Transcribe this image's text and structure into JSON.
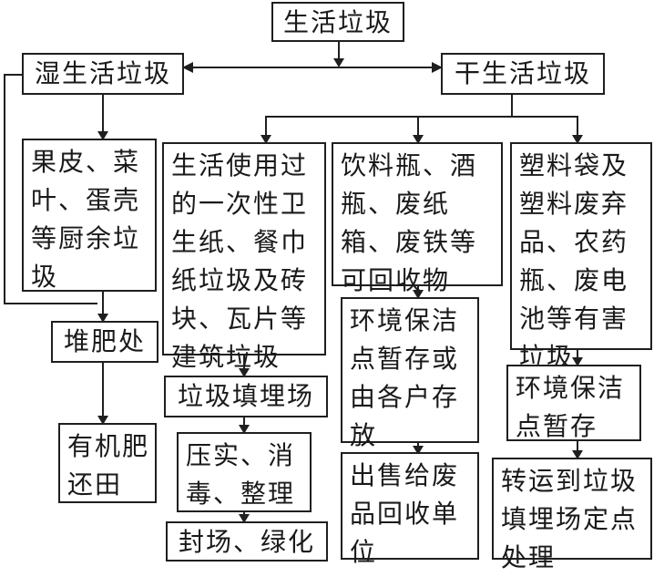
{
  "root": "生活垃圾",
  "wet": {
    "title": "湿生活垃圾",
    "items": "果皮、菜叶、蛋壳等厨余垃圾",
    "compost": "堆肥处",
    "result": "有机肥还田"
  },
  "dry": {
    "title": "干生活垃圾",
    "branches": [
      {
        "items": "生活使用过的一次性卫生纸、餐巾纸垃圾及砖块、瓦片等建筑垃圾",
        "step1": "垃圾填埋场",
        "step2": "压实、消毒、整理",
        "step3": "封场、绿化"
      },
      {
        "items": "饮料瓶、酒瓶、废纸箱、废铁等可回收物",
        "step1": "环境保洁点暂存或由各户存放",
        "step2": "出售给废品回收单位"
      },
      {
        "items": "塑料袋及塑料废弃品、农药瓶、废电池等有害垃圾",
        "step1": "环境保洁点暂存",
        "step2": "转运到垃圾填埋场定点处理"
      }
    ]
  }
}
